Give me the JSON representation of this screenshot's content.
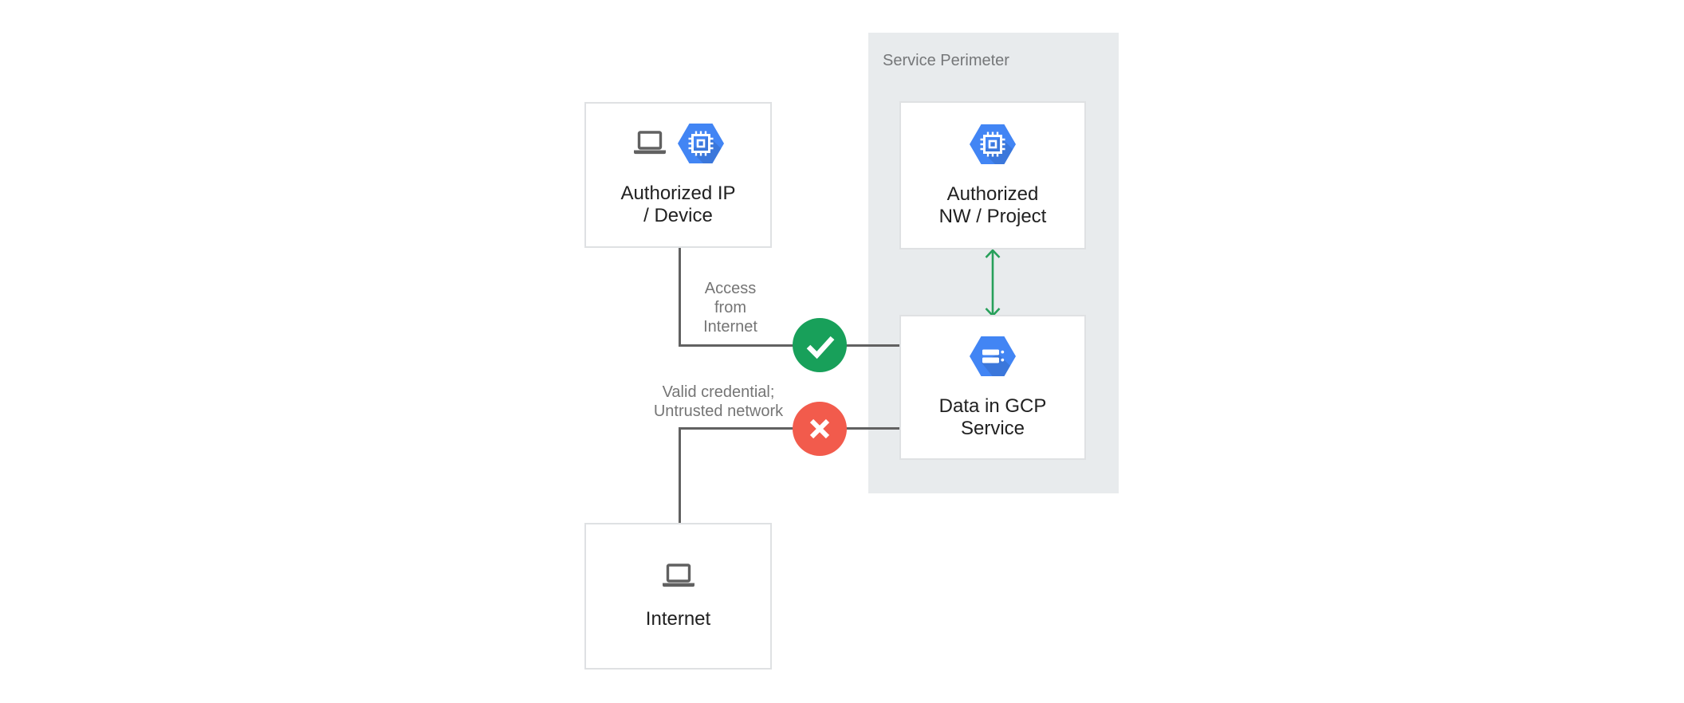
{
  "diagram": {
    "perimeter": {
      "label": "Service Perimeter",
      "background": "#E8EBED"
    },
    "nodes": {
      "authorized_ip": {
        "label": "Authorized IP\n/ Device",
        "icons": [
          "laptop-icon",
          "compute-engine-hexagon-icon"
        ]
      },
      "authorized_nw": {
        "label": "Authorized\nNW / Project",
        "icons": [
          "compute-engine-hexagon-icon"
        ]
      },
      "data_gcp": {
        "label": "Data in GCP\nService",
        "icons": [
          "cloud-storage-hexagon-icon"
        ]
      },
      "internet": {
        "label": "Internet",
        "icons": [
          "laptop-icon"
        ]
      }
    },
    "connectors": {
      "access_from_internet": {
        "label": "Access\nfrom\nInternet",
        "status": "allowed",
        "status_icon": "check-icon",
        "status_color": "#18A05A"
      },
      "untrusted_network": {
        "label": "Valid credential;\nUntrusted network",
        "status": "denied",
        "status_icon": "cross-icon",
        "status_color": "#F25B4C"
      },
      "nw_to_data": {
        "type": "double-headed-arrow",
        "color": "#27A05A"
      }
    },
    "colors": {
      "hexagon_blue": "#4285F4",
      "icon_gray": "#616161",
      "line_gray": "#616161",
      "node_text": "#212121",
      "muted_text": "#757575",
      "node_border": "#DFE1E3",
      "background": "#FFFFFF"
    }
  }
}
